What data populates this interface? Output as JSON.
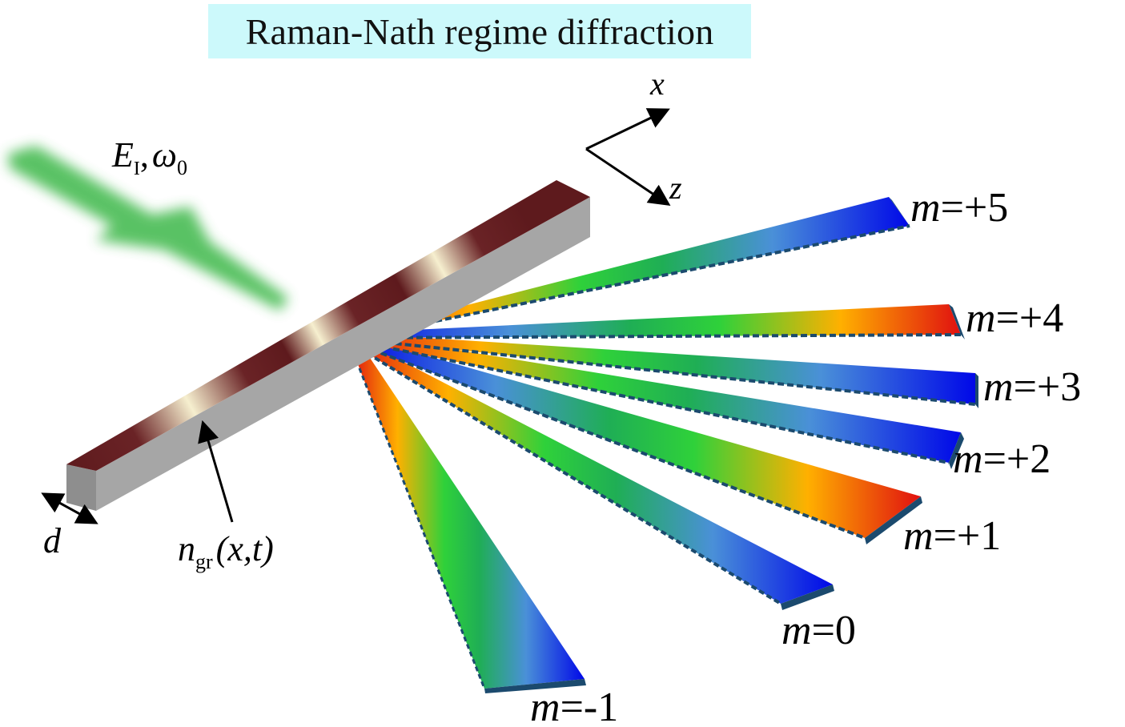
{
  "title": "Raman-Nath regime diffraction",
  "incident_label": {
    "symbol": "E",
    "subscript": "I",
    "separator": ",",
    "freq": "ω",
    "freq_subscript": "0"
  },
  "axes": {
    "x": "x",
    "z": "z"
  },
  "thickness_label": "d",
  "index_label": {
    "symbol": "n",
    "subscript": "gr",
    "args": "(x,t)"
  },
  "orders": [
    {
      "m": "+5",
      "label": "m=+5"
    },
    {
      "m": "+4",
      "label": "m=+4"
    },
    {
      "m": "+3",
      "label": "m=+3"
    },
    {
      "m": "+2",
      "label": "m=+2"
    },
    {
      "m": "+1",
      "label": "m=+1"
    },
    {
      "m": "0",
      "label": "m=0"
    },
    {
      "m": "-1",
      "label": "m=-1"
    }
  ],
  "colors": {
    "title_bg": "#ccf9fb",
    "beam": "#3cb84a",
    "grating_top": "#5e1a1d",
    "grating_bright": "#f6efcf",
    "grating_side": "#a6a6a6",
    "grating_front": "#8e8e8e",
    "edge": "#1b4a6e"
  }
}
